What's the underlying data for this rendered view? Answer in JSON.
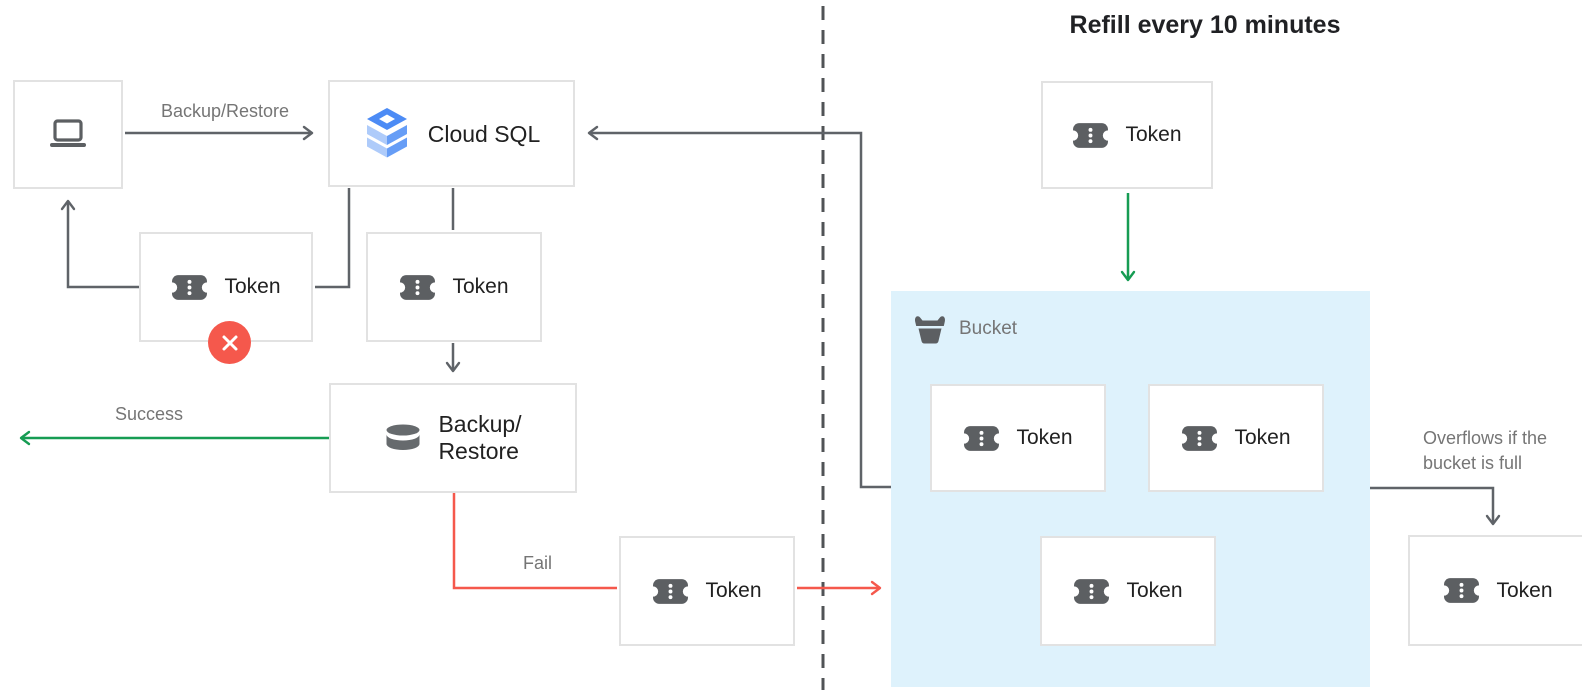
{
  "title": "Refill every 10 minutes",
  "edge_labels": {
    "backup_restore": "Backup/Restore",
    "success": "Success",
    "fail": "Fail",
    "overflow_line1": "Overflows if the",
    "overflow_line2": "bucket is full"
  },
  "bucket": {
    "label": "Bucket"
  },
  "nodes": {
    "cloud_sql": {
      "label": "Cloud SQL"
    },
    "backup_restore": {
      "line1": "Backup/",
      "line2": "Restore"
    },
    "token_rejected": {
      "label": "Token"
    },
    "token_pending": {
      "label": "Token"
    },
    "token_fail": {
      "label": "Token"
    },
    "token_refill": {
      "label": "Token"
    },
    "bucket_token_1": {
      "label": "Token"
    },
    "bucket_token_2": {
      "label": "Token"
    },
    "bucket_token_3": {
      "label": "Token"
    },
    "token_overflow": {
      "label": "Token"
    }
  },
  "icons": {
    "client": "laptop-icon",
    "cloud_sql": "cloud-sql-stack-icon",
    "token": "token-ticket-icon",
    "backup_restore": "database-icon",
    "bucket": "bucket-icon",
    "rejected": "x-circle-icon"
  },
  "colors": {
    "line_gray": "#5f6368",
    "divider_gray": "#505356",
    "success_green": "#169c53",
    "fail_red": "#f5584c",
    "bucket_fill": "#def2fc",
    "box_border": "#e2e2e2",
    "text_dark": "#212121",
    "text_gray": "#757575",
    "icon_gray": "#5c5f62",
    "cloud_sql_blue": "#4c8bf5",
    "cloud_sql_blue_mid": "#669df6",
    "cloud_sql_blue_light": "#aecbfa"
  }
}
